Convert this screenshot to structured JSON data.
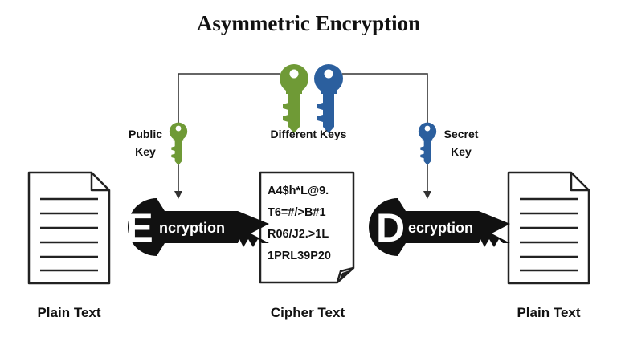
{
  "title": "Asymmetric Encryption",
  "labels": {
    "different_keys": "Different Keys",
    "public_key_line1": "Public",
    "public_key_line2": "Key",
    "secret_key_line1": "Secret",
    "secret_key_line2": "Key"
  },
  "stages": {
    "plain_left": "Plain Text",
    "cipher": "Cipher Text",
    "plain_right": "Plain Text"
  },
  "cipher_lines": [
    "A4$h*L@9.",
    "T6=#/>B#1",
    "R06/J2.>1L",
    "1PRL39P20"
  ],
  "encryption": {
    "initial": "E",
    "rest": "ncryption"
  },
  "decryption": {
    "initial": "D",
    "rest": "ecryption"
  },
  "colors": {
    "public_key": "#6f9a36",
    "secret_key": "#2b5f9e",
    "pill": "#111111",
    "line": "#333333"
  },
  "icons": {
    "public_key": "key-icon",
    "secret_key": "key-icon",
    "document": "document-icon"
  }
}
